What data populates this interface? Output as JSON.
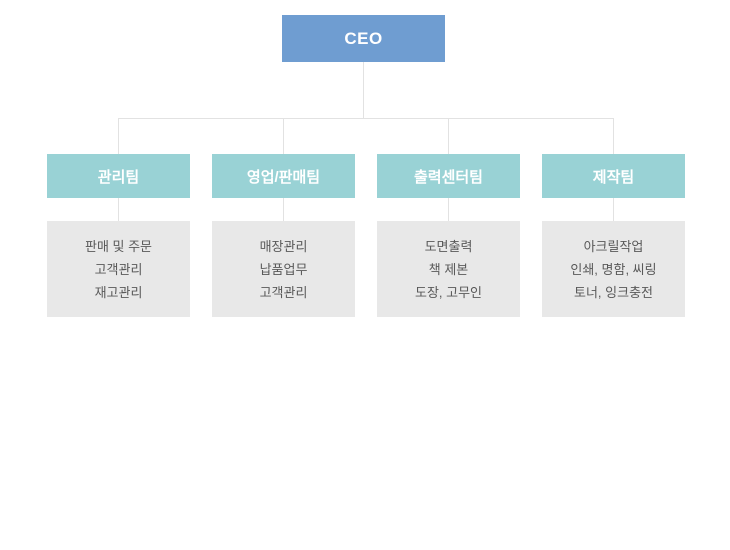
{
  "org_chart": {
    "type": "org-tree",
    "root": {
      "label": "CEO"
    },
    "teams": [
      {
        "name": "관리팀",
        "duties": [
          "판매 및 주문",
          "고객관리",
          "재고관리"
        ]
      },
      {
        "name": "영업/판매팀",
        "duties": [
          "매장관리",
          "납품업무",
          "고객관리"
        ]
      },
      {
        "name": "출력센터팀",
        "duties": [
          "도면출력",
          "책 제본",
          "도장, 고무인"
        ]
      },
      {
        "name": "제작팀",
        "duties": [
          "아크릴작업",
          "인쇄, 명함, 씨링",
          "토너, 잉크충전"
        ]
      }
    ],
    "colors": {
      "background": "#ffffff",
      "root_bg": "#6f9dd1",
      "root_text": "#ffffff",
      "team_bg": "#99d2d5",
      "team_text": "#ffffff",
      "detail_bg": "#e8e8e8",
      "detail_text": "#595959",
      "connector": "#e2e2e2"
    }
  }
}
